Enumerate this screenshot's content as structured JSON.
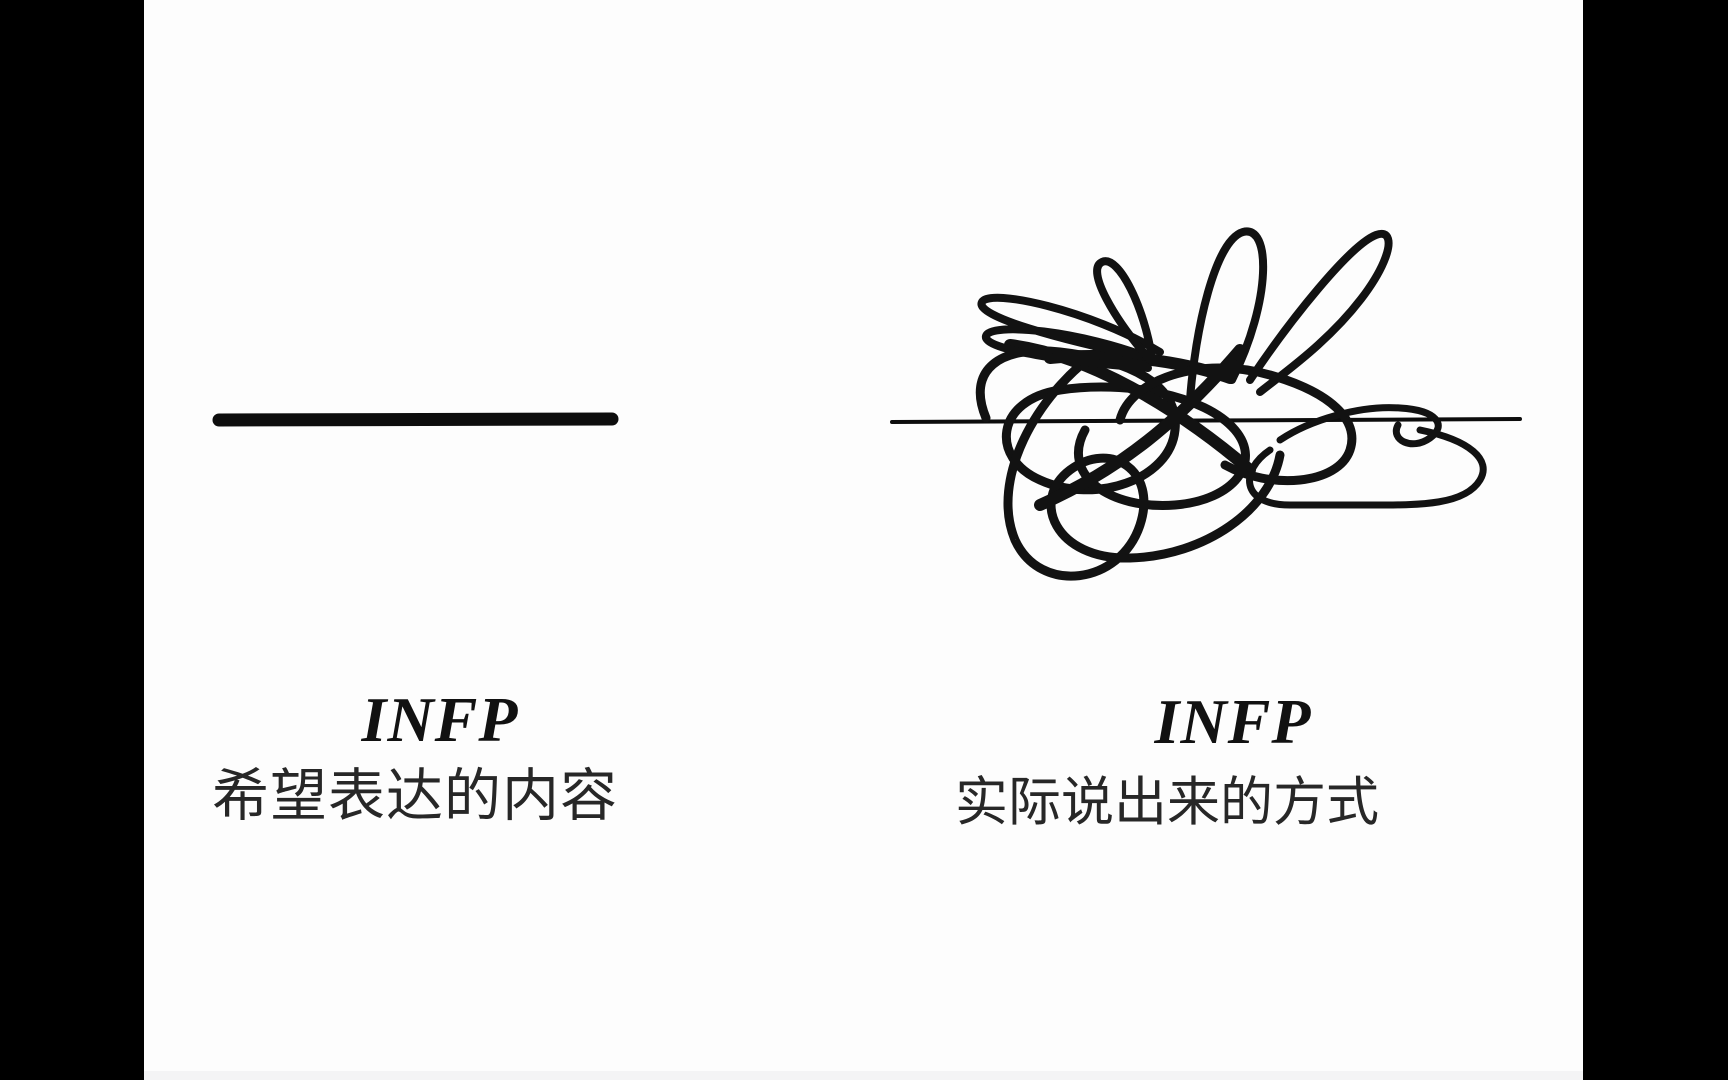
{
  "window": {
    "kind": "fullscreen-meme-image",
    "pillarbox_color": "#000000",
    "canvas_color": "#fdfdfd"
  },
  "panels": {
    "left": {
      "title": "INFP",
      "caption": "希望表达的内容",
      "drawing": "straight-horizontal-line"
    },
    "right": {
      "title": "INFP",
      "caption": "实际说出来的方式",
      "drawing": "tangled-scribble-line"
    }
  },
  "ink": {
    "line_color": "#0d0d0d",
    "scribble_color": "#121212",
    "title_color": "#111111",
    "caption_color": "#272727"
  }
}
